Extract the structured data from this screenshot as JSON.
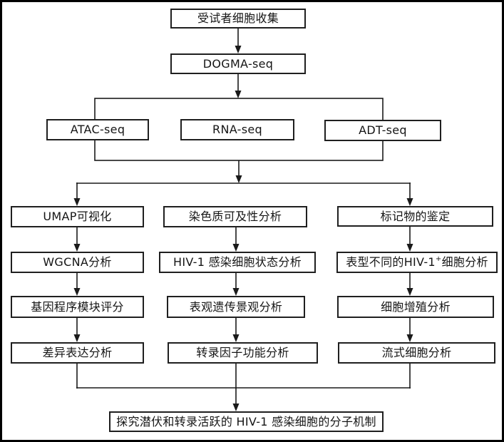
{
  "diagram": {
    "top": {
      "collect": "受试者细胞收集",
      "dogma": "DOGMA-seq"
    },
    "seq": {
      "atac": "ATAC-seq",
      "rna": "RNA-seq",
      "adt": "ADT-seq"
    },
    "col1": {
      "r1": "UMAP可视化",
      "r2": "WGCNA分析",
      "r3": "基因程序模块评分",
      "r4": "差异表达分析"
    },
    "col2": {
      "r1": "染色质可及性分析",
      "r2": "HIV-1 感染细胞状态分析",
      "r3": "表观遗传景观分析",
      "r4": "转录因子功能分析"
    },
    "col3": {
      "r1": "标记物的鉴定",
      "r2_pre": "表型不同的HIV-1",
      "r2_sup": "+",
      "r2_post": "细胞分析",
      "r3": "细胞增殖分析",
      "r4": "流式细胞分析"
    },
    "bottom": "探究潜伏和转录活跃的 HIV-1 感染细胞的分子机制",
    "colors": {
      "line": "#1a1a1a",
      "box_border": "#1f1f1f",
      "box_fill": "#ffffff",
      "page_frame": "#000000",
      "background": "#ffffff"
    }
  }
}
